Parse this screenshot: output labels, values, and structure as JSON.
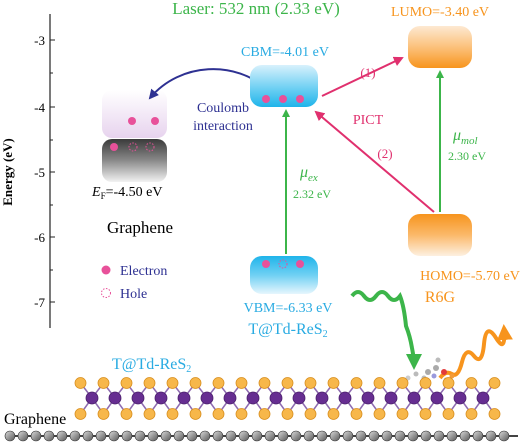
{
  "laser": {
    "prefix": "Laser: ",
    "value": "532 nm (2.33 eV)"
  },
  "axis": {
    "label": "Energy (eV)",
    "ticks": [
      "-3",
      "-4",
      "-5",
      "-6",
      "-7"
    ]
  },
  "levels": {
    "cbm": "CBM=-4.01 eV",
    "lumo": "LUMO=-3.40 eV",
    "vbm": "VBM=-6.33 eV",
    "homo": "HOMO=-5.70 eV",
    "ef_symbol": "E",
    "ef_sub": "F",
    "ef_value": "=-4.50 eV"
  },
  "labels": {
    "graphene_level": "Graphene",
    "coulomb_1": "Coulomb",
    "coulomb_2": "interaction",
    "pict": "PICT",
    "path1": "(1)",
    "path2": "(2)",
    "mu": "μ",
    "ex_sub": "ex",
    "mol_sub": "mol",
    "ex_energy": "2.32 eV",
    "mol_energy": "2.30 eV",
    "r6g": "R6G",
    "tres2_main": "T@Td-ReS",
    "tres2_sub": "2",
    "tres2_lattice_main": "T@Td-ReS",
    "tres2_lattice_sub": "2",
    "graphene_sheet": "Graphene"
  },
  "legend": {
    "electron": "Electron",
    "hole": "Hole"
  },
  "colors": {
    "green": "#3cb54a",
    "orange": "#f7941d",
    "cyan": "#29abe2",
    "magenta": "#e0306e",
    "navy": "#2e3192",
    "electron": "#e8519a",
    "purple": "#662d91",
    "gold": "#f7b74a"
  }
}
